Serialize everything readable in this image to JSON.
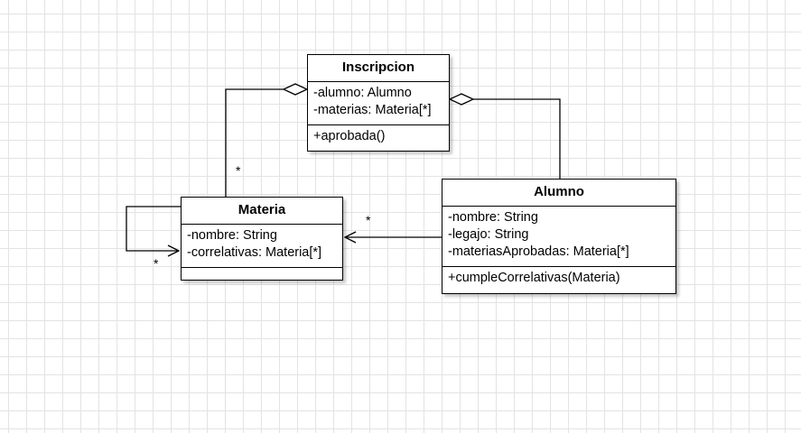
{
  "classes": {
    "inscripcion": {
      "name": "Inscripcion",
      "attributes": [
        "-alumno: Alumno",
        "-materias: Materia[*]"
      ],
      "operations": [
        "+aprobada()"
      ]
    },
    "materia": {
      "name": "Materia",
      "attributes": [
        "-nombre: String",
        "-correlativas: Materia[*]"
      ],
      "operations": []
    },
    "alumno": {
      "name": "Alumno",
      "attributes": [
        "-nombre: String",
        "-legajo: String",
        "-materiasAprobadas: Materia[*]"
      ],
      "operations": [
        "+cumpleCorrelativas(Materia)"
      ]
    }
  },
  "relations": {
    "inscripcion_materia": {
      "type": "aggregation",
      "multiplicity": "*"
    },
    "inscripcion_alumno": {
      "type": "aggregation",
      "multiplicity": ""
    },
    "alumno_materia": {
      "type": "association",
      "multiplicity": "*"
    },
    "materia_self": {
      "type": "association",
      "multiplicity": "*"
    }
  },
  "colors": {
    "grid": "#e3e3e3",
    "stroke": "#000000",
    "background": "#ffffff"
  }
}
